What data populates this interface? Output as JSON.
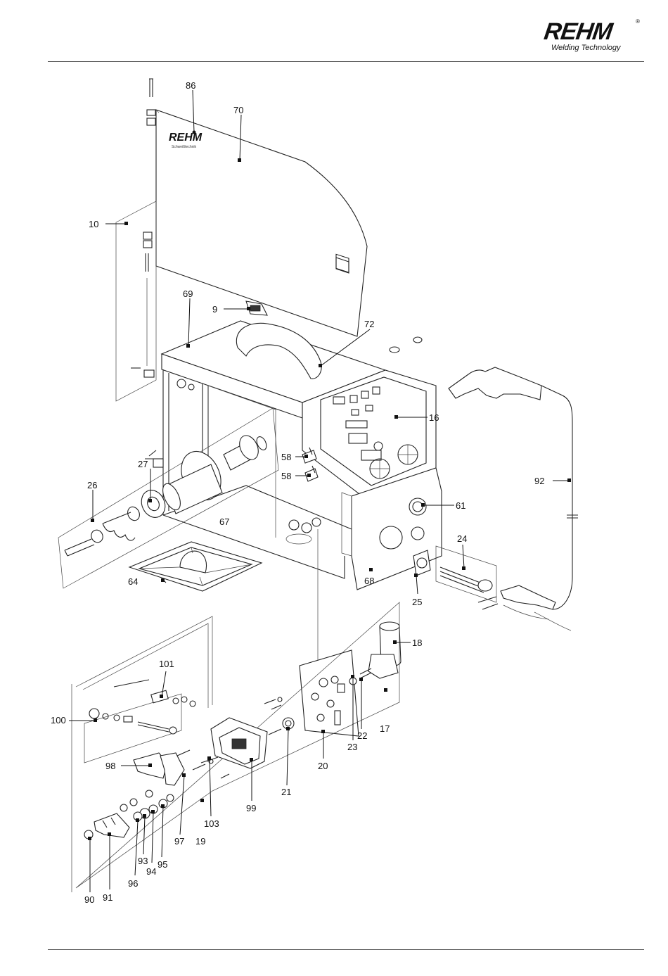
{
  "brand": {
    "name": "REHM",
    "tagline": "Welding Technology",
    "registered": "®",
    "panel_badge": "REHM",
    "panel_badge_sub": "Schweißtechnik"
  },
  "callouts": [
    {
      "id": "c86",
      "label": "86"
    },
    {
      "id": "c70",
      "label": "70"
    },
    {
      "id": "c10",
      "label": "10"
    },
    {
      "id": "c69",
      "label": "69"
    },
    {
      "id": "c9",
      "label": "9"
    },
    {
      "id": "c72",
      "label": "72"
    },
    {
      "id": "c16",
      "label": "16"
    },
    {
      "id": "c27",
      "label": "27"
    },
    {
      "id": "c58a",
      "label": "58"
    },
    {
      "id": "c58b",
      "label": "58"
    },
    {
      "id": "c26",
      "label": "26"
    },
    {
      "id": "c92",
      "label": "92"
    },
    {
      "id": "c61",
      "label": "61"
    },
    {
      "id": "c67",
      "label": "67"
    },
    {
      "id": "c24",
      "label": "24"
    },
    {
      "id": "c64",
      "label": "64"
    },
    {
      "id": "c68",
      "label": "68"
    },
    {
      "id": "c25",
      "label": "25"
    },
    {
      "id": "c18",
      "label": "18"
    },
    {
      "id": "c101",
      "label": "101"
    },
    {
      "id": "c17",
      "label": "17"
    },
    {
      "id": "c100",
      "label": "100"
    },
    {
      "id": "c22",
      "label": "22"
    },
    {
      "id": "c23",
      "label": "23"
    },
    {
      "id": "c20",
      "label": "20"
    },
    {
      "id": "c98",
      "label": "98"
    },
    {
      "id": "c21",
      "label": "21"
    },
    {
      "id": "c99",
      "label": "99"
    },
    {
      "id": "c103",
      "label": "103"
    },
    {
      "id": "c97",
      "label": "97"
    },
    {
      "id": "c19",
      "label": "19"
    },
    {
      "id": "c95",
      "label": "95"
    },
    {
      "id": "c93",
      "label": "93"
    },
    {
      "id": "c94",
      "label": "94"
    },
    {
      "id": "c96",
      "label": "96"
    },
    {
      "id": "c90",
      "label": "90"
    },
    {
      "id": "c91",
      "label": "91"
    }
  ]
}
